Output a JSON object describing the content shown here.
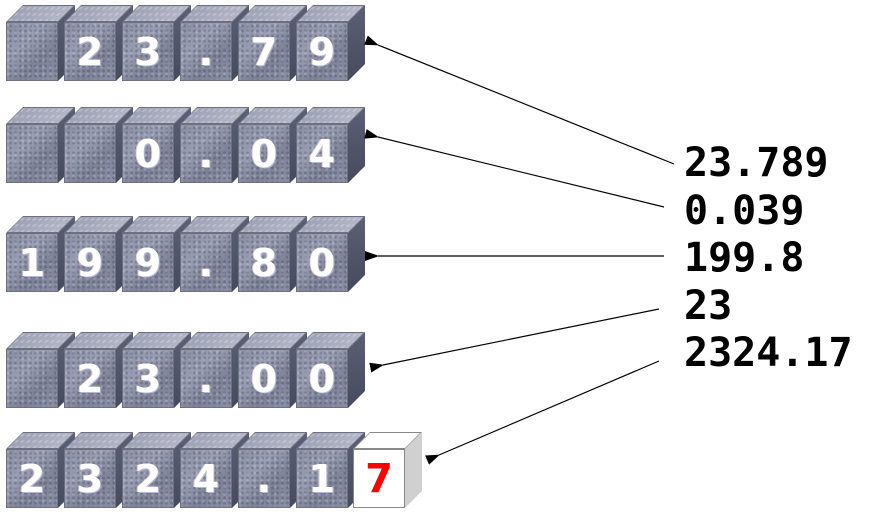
{
  "diagram": {
    "description": "Six-digit cube displays showing how input numbers are rounded/formatted to two decimals",
    "rows": [
      {
        "id": "row-1",
        "cells": [
          "",
          "2",
          "3",
          ".",
          "7",
          "9"
        ],
        "source_value": "23.789"
      },
      {
        "id": "row-2",
        "cells": [
          "",
          "",
          "0",
          ".",
          "0",
          "4"
        ],
        "source_value": "0.039"
      },
      {
        "id": "row-3",
        "cells": [
          "1",
          "9",
          "9",
          ".",
          "8",
          "0"
        ],
        "source_value": "199.8"
      },
      {
        "id": "row-4",
        "cells": [
          "",
          "2",
          "3",
          ".",
          "0",
          "0"
        ],
        "source_value": "23"
      },
      {
        "id": "row-5",
        "cells": [
          "2",
          "3",
          "2",
          "4",
          ".",
          "1"
        ],
        "overflow_cell": "7",
        "source_value": "2324.17"
      }
    ],
    "input_values": [
      "23.789",
      "0.039",
      "199.8",
      "23",
      "2324.17"
    ],
    "colors": {
      "stone_cube": "#8a8ea4",
      "digit": "#ffffff",
      "overflow_cube": "#ffffff",
      "overflow_digit": "#ff0000",
      "arrow": "#000000",
      "label_text": "#000000"
    },
    "arrows": [
      {
        "from_label": "23.789",
        "to_row": "row-1"
      },
      {
        "from_label": "0.039",
        "to_row": "row-2"
      },
      {
        "from_label": "199.8",
        "to_row": "row-3"
      },
      {
        "from_label": "23",
        "to_row": "row-4"
      },
      {
        "from_label": "2324.17",
        "to_row": "row-5"
      }
    ]
  }
}
